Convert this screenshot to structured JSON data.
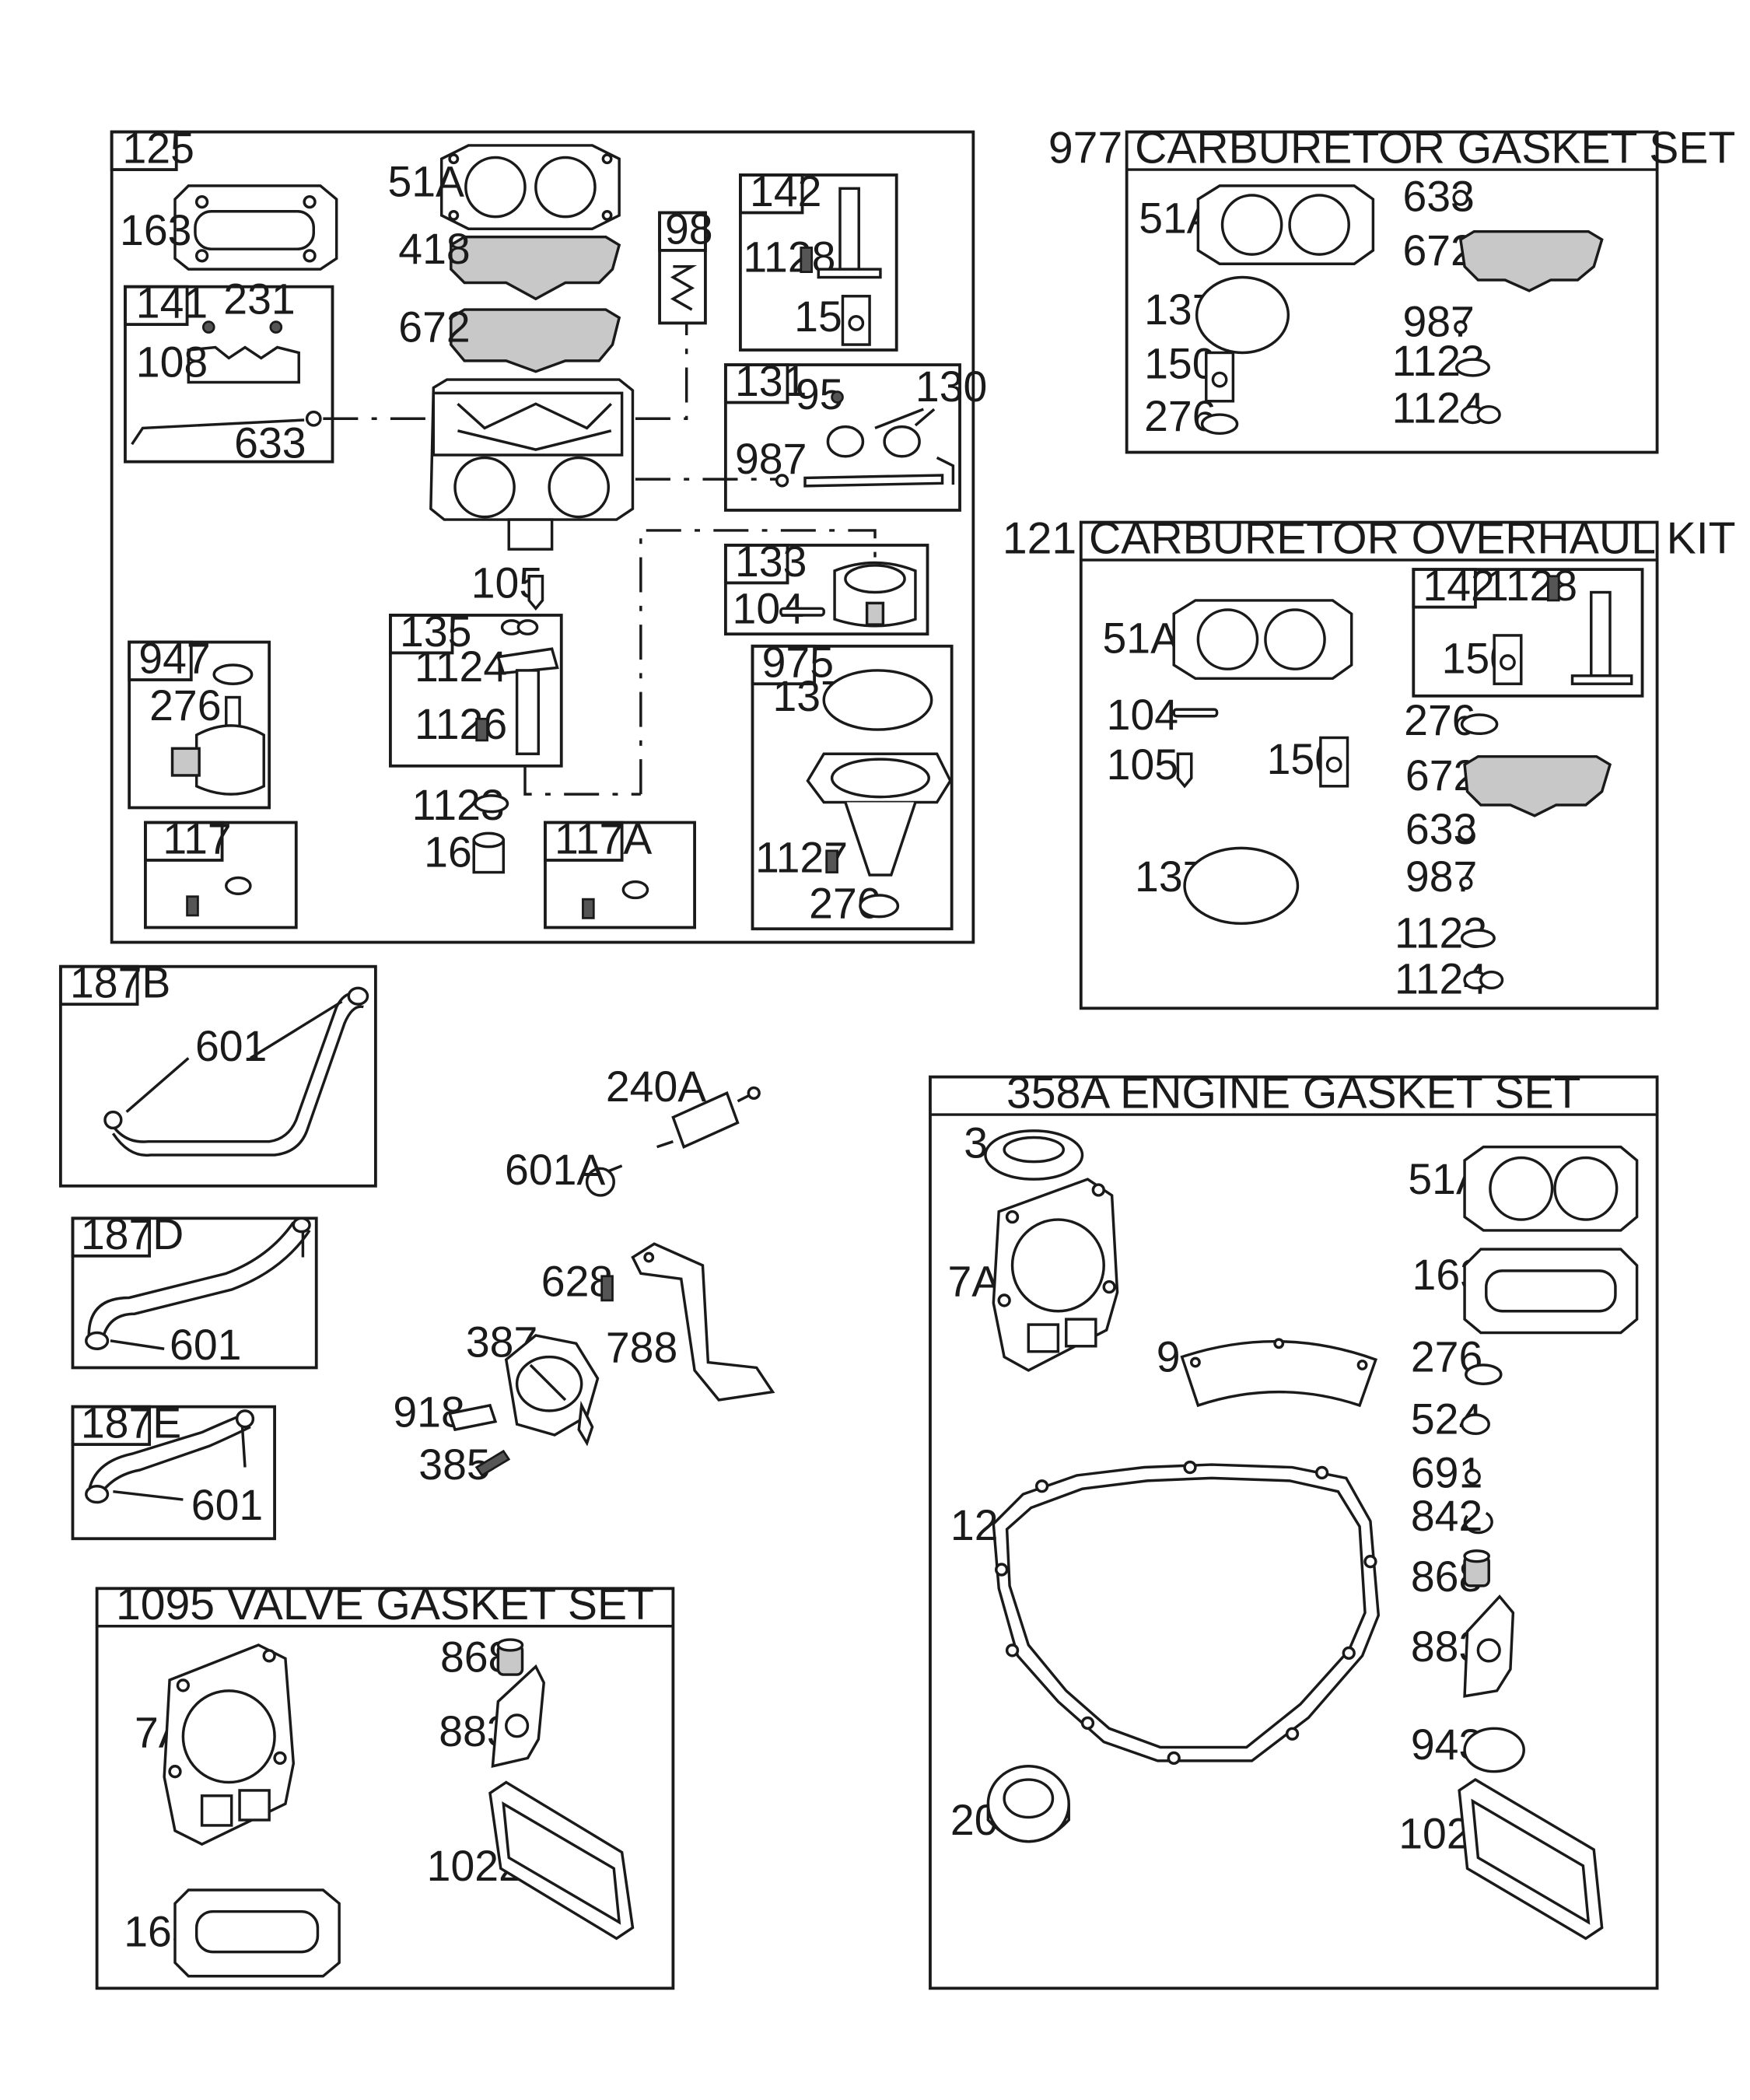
{
  "groups": {
    "g125": "125",
    "g141": "141",
    "g98": "98",
    "g142": "142",
    "g131": "131",
    "g133": "133",
    "g135": "135",
    "g947": "947",
    "g117": "117",
    "g117a": "117A",
    "g975": "975",
    "g187b": "187B",
    "g187d": "187D",
    "g187e": "187E"
  },
  "kits": {
    "gasket_set_977": "977 CARBURETOR GASKET SET",
    "overhaul_kit_121": "121 CARBURETOR OVERHAUL KIT",
    "engine_gasket_358a": "358A ENGINE GASKET SET",
    "valve_gasket_1095": "1095 VALVE GASKET SET"
  },
  "callouts": {
    "c125": {
      "p163": "163",
      "p51a": "51A",
      "p418": "418",
      "p672": "672",
      "p231": "231",
      "p108": "108",
      "p633": "633",
      "p1128": "1128",
      "p150": "150",
      "p95": "95",
      "p130": "130",
      "p987": "987",
      "p104": "104",
      "p105": "105",
      "p1124": "1124",
      "p1126": "1126",
      "p276a": "276",
      "p137": "137",
      "p1127": "1127",
      "p276b": "276",
      "p1123": "1123",
      "p160": "160"
    },
    "c977": {
      "p51a": "51A",
      "p633": "633",
      "p672": "672",
      "p137": "137",
      "p987": "987",
      "p150": "150",
      "p1123": "1123",
      "p276": "276",
      "p1124": "1124"
    },
    "c121": {
      "p51a": "51A",
      "p1128": "1128",
      "p150a": "150",
      "p104": "104",
      "p276": "276",
      "p105": "105",
      "p150b": "150",
      "p672": "672",
      "p633": "633",
      "p137": "137",
      "p987": "987",
      "p1123": "1123",
      "p1124": "1124"
    },
    "c187": {
      "p601a": "601",
      "p601b": "601",
      "p601c": "601"
    },
    "fuel": {
      "p240a": "240A",
      "p601a": "601A",
      "p628": "628",
      "p387": "387",
      "p788": "788",
      "p918": "918",
      "p385": "385"
    },
    "c1095": {
      "p7a": "7A",
      "p868": "868",
      "p883": "883",
      "p1022": "1022",
      "p163": "163"
    },
    "c358a": {
      "p3": "3",
      "p51a": "51A",
      "p7a": "7A",
      "p163": "163",
      "p9": "9",
      "p276": "276",
      "p524": "524",
      "p691": "691",
      "p842": "842",
      "p12": "12",
      "p868": "868",
      "p883": "883",
      "p943": "943",
      "p20": "20",
      "p1022": "1022"
    }
  }
}
